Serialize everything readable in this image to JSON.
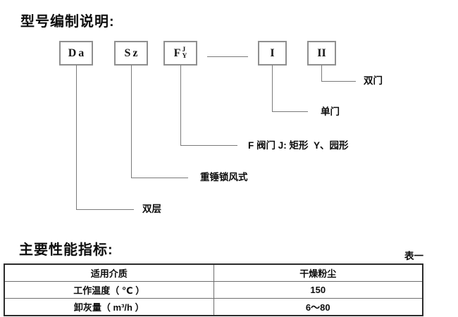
{
  "sections": {
    "model_title": "型号编制说明:",
    "performance_title": "主要性能指标:",
    "table_caption": "表一"
  },
  "diagram": {
    "boxes": [
      {
        "code": "Da"
      },
      {
        "code": "Sz"
      },
      {
        "code": "F",
        "stack_top": "J",
        "stack_bottom": "Y"
      },
      {
        "code": "I"
      },
      {
        "code": "II"
      }
    ],
    "callouts": [
      {
        "label": "双门"
      },
      {
        "label": "单门"
      },
      {
        "label": "F 阀门 J: 矩形  Y、园形"
      },
      {
        "label": "重锤锁风式"
      },
      {
        "label": "双层"
      }
    ]
  },
  "performance_table": {
    "rows": [
      {
        "name": "适用介质",
        "value": "干燥粉尘"
      },
      {
        "name": "工作温度（ ℃ ）",
        "value": "150"
      },
      {
        "name": "卸灰量（ m³/h ）",
        "value": "6～80"
      }
    ]
  },
  "colors": {
    "connector_line": "#7a7a7a",
    "box_border": "#8f8f8f",
    "table_outer_border": "#2b2b2b",
    "table_inner_border": "#6e6e6e",
    "text": "#0d0d0d"
  }
}
